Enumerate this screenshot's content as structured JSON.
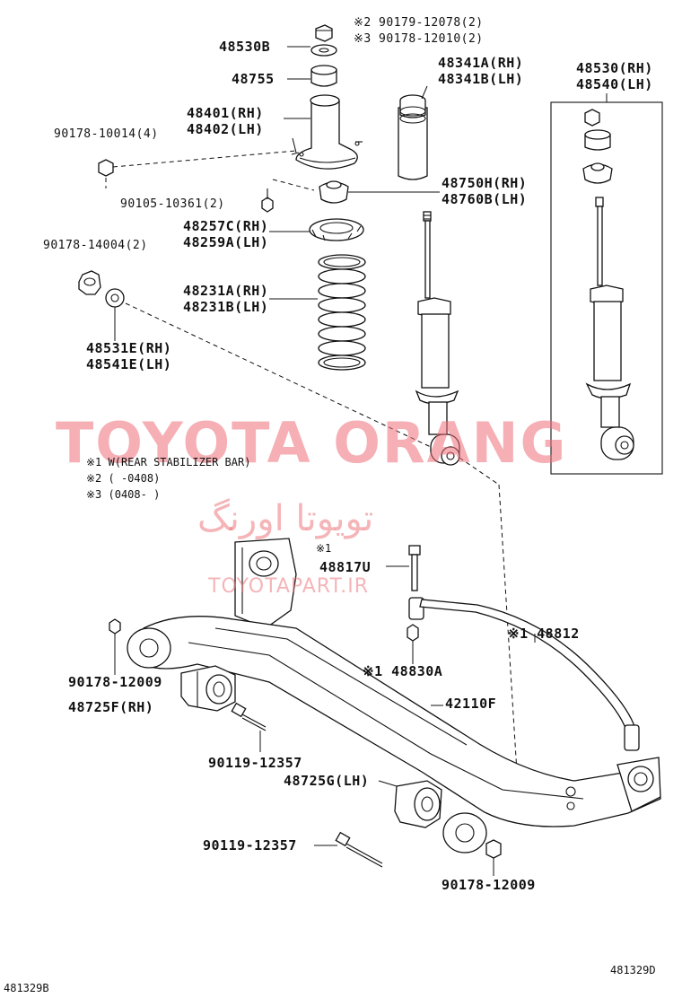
{
  "labels": {
    "p90179": "※2 90179-12078(2)",
    "p90178a": "※3 90178-12010(2)",
    "p48530b": "48530B",
    "p48755": "48755",
    "p48341a": "48341A(RH)",
    "p48341b": "48341B(LH)",
    "p48530rh": "48530(RH)",
    "p48540lh": "48540(LH)",
    "p48401": "48401(RH)",
    "p48402": "48402(LH)",
    "p9017810014": "90178-10014(4)",
    "p48750h": "48750H(RH)",
    "p48760b": "48760B(LH)",
    "p9010510361": "90105-10361(2)",
    "p48257c": "48257C(RH)",
    "p48259a": "48259A(LH)",
    "p9017814004": "90178-14004(2)",
    "p48231a": "48231A(RH)",
    "p48231b": "48231B(LH)",
    "p48531e": "48531E(RH)",
    "p48541e": "48541E(LH)",
    "p48817": "48817U",
    "p48817mark": "※1",
    "p48812": "※1 48812",
    "p48830": "※1 48830A",
    "p90178_12009a": "90178-12009",
    "p48725f": "48725F(RH)",
    "p42110f": "42110F",
    "p90119a": "90119-12357",
    "p48725g": "48725G(LH)",
    "p90119b": "90119-12357",
    "p90178_12009b": "90178-12009"
  },
  "notes": {
    "n1": "※1 W(REAR STABILIZER BAR)",
    "n2": "※2 (     -0408)",
    "n3": "※3 (0408-     )"
  },
  "watermark": {
    "brand": "TOYOTA ORANG",
    "persian": "تویوتا اورنگ",
    "site": "TOYOTAPART.IR"
  },
  "footer": {
    "left_code": "481329B",
    "right_code": "481329D"
  },
  "colors": {
    "line": "#111111",
    "watermark": "#ec6e78"
  }
}
